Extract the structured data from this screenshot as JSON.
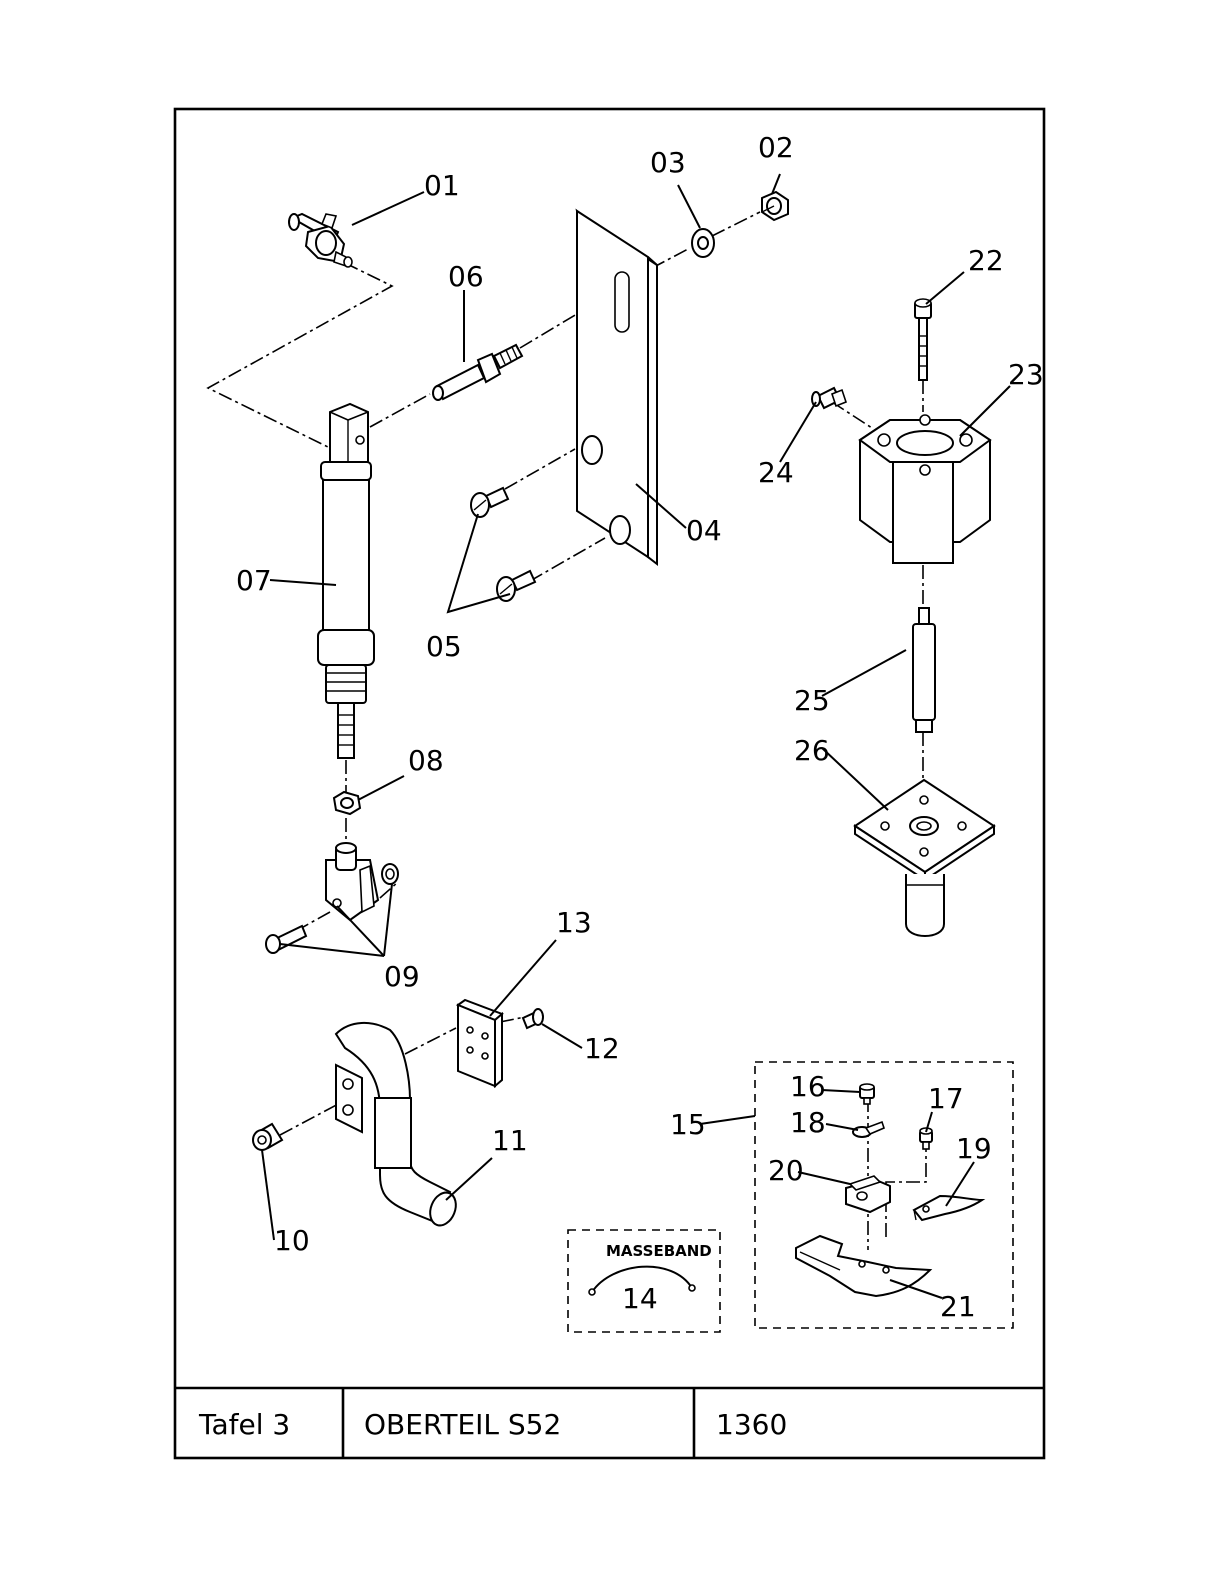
{
  "title_block": {
    "plate": "Tafel 3",
    "name": "OBERTEIL S52",
    "number": "1360"
  },
  "labels": {
    "p01": "01",
    "p02": "02",
    "p03": "03",
    "p04": "04",
    "p05": "05",
    "p06": "06",
    "p07": "07",
    "p08": "08",
    "p09": "09",
    "p10": "10",
    "p11": "11",
    "p12": "12",
    "p13": "13",
    "p14": "14",
    "p15": "15",
    "p16": "16",
    "p17": "17",
    "p18": "18",
    "p19": "19",
    "p20": "20",
    "p21": "21",
    "p22": "22",
    "p23": "23",
    "p24": "24",
    "p25": "25",
    "p26": "26"
  },
  "masseband": "MASSEBAND"
}
